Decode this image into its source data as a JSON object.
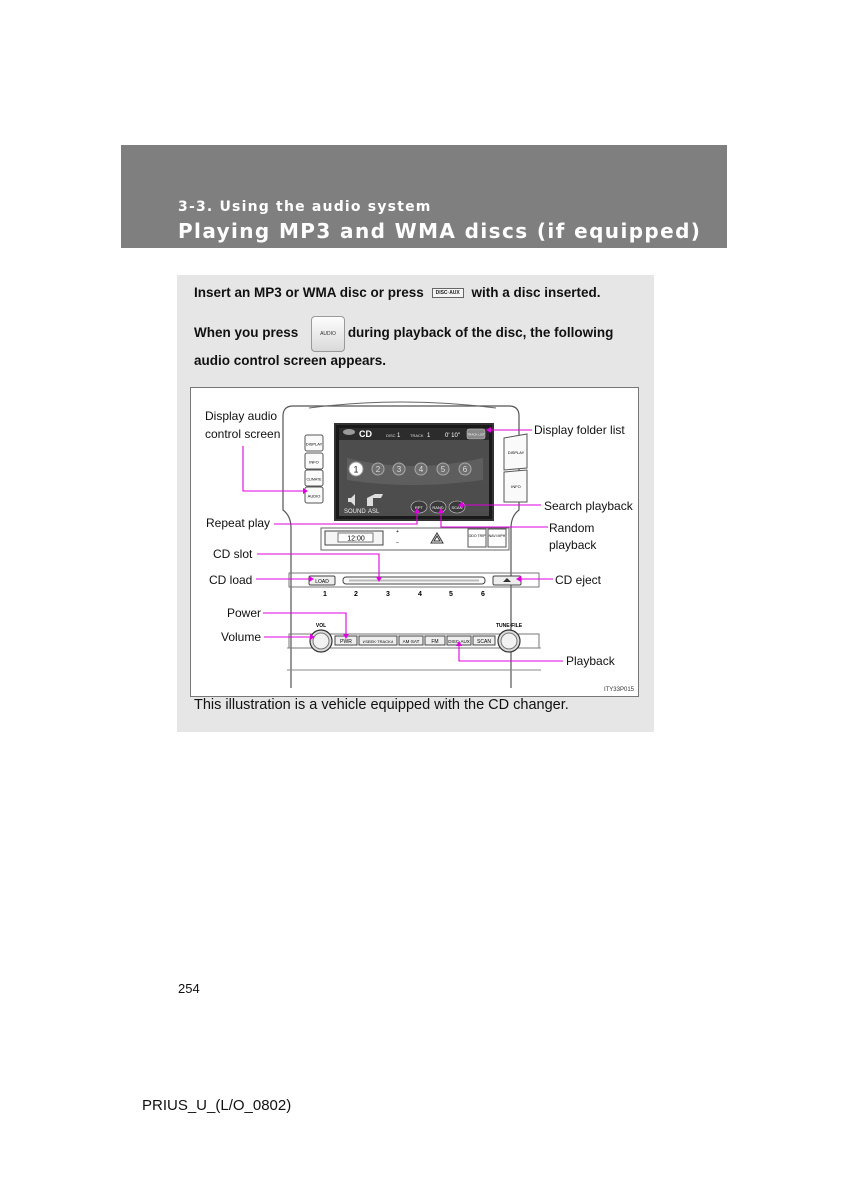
{
  "header": {
    "section": "3-3. Using the audio system",
    "title": "Playing MP3 and WMA discs (if equipped)"
  },
  "instructions": {
    "line1_before": "Insert an MP3 or WMA disc or press",
    "line1_button": "DISC·AUX",
    "line1_after": "with a disc inserted.",
    "line2_before": "When you press",
    "line2_button": "AUDIO",
    "line2_after": "during playback of the disc, the following",
    "line3": "audio control screen appears."
  },
  "figure": {
    "callouts": {
      "display_audio_1": "Display audio",
      "display_audio_2": "control screen",
      "display_folder_list": "Display folder list",
      "search_playback": "Search playback",
      "repeat_play": "Repeat play",
      "random_1": "Random",
      "random_2": "playback",
      "cd_slot": "CD slot",
      "cd_load": "CD load",
      "cd_eject": "CD eject",
      "power": "Power",
      "volume": "Volume",
      "playback": "Playback"
    },
    "screen": {
      "mode": "CD",
      "disc_label": "DISC",
      "disc_value": "1",
      "track_label": "TRACK",
      "track_value": "1",
      "time": "0' 10\"",
      "track_list_btn": "TRACK LIST",
      "discs": [
        "1",
        "2",
        "3",
        "4",
        "5",
        "6"
      ],
      "sound": "SOUND",
      "asl": "ASL",
      "rpt": "RPT",
      "rand": "RAND",
      "scan": "SCAN"
    },
    "panel": {
      "left_buttons": [
        "DISPLAY",
        "INFO",
        "CLIMATE",
        "AUDIO"
      ],
      "right_buttons": [
        "DISPLAY",
        "INFO"
      ],
      "clock": "12:00",
      "odo": "ODO TRIP",
      "nav": "NAVI MPH",
      "load": "LOAD",
      "presets": [
        "1",
        "2",
        "3",
        "4",
        "5",
        "6"
      ],
      "vol": "VOL",
      "tune_file": "TUNE·FILE",
      "bottom_buttons": [
        "PWR",
        "∨SEEK·TRACK∧",
        "AM·SAT",
        "FM",
        "DISC·AUX",
        "SCAN"
      ]
    },
    "figure_id": "ITY33P015"
  },
  "caption": "This illustration is a vehicle equipped with the CD changer.",
  "page_number": "254",
  "footer": "PRIUS_U_(L/O_0802)"
}
